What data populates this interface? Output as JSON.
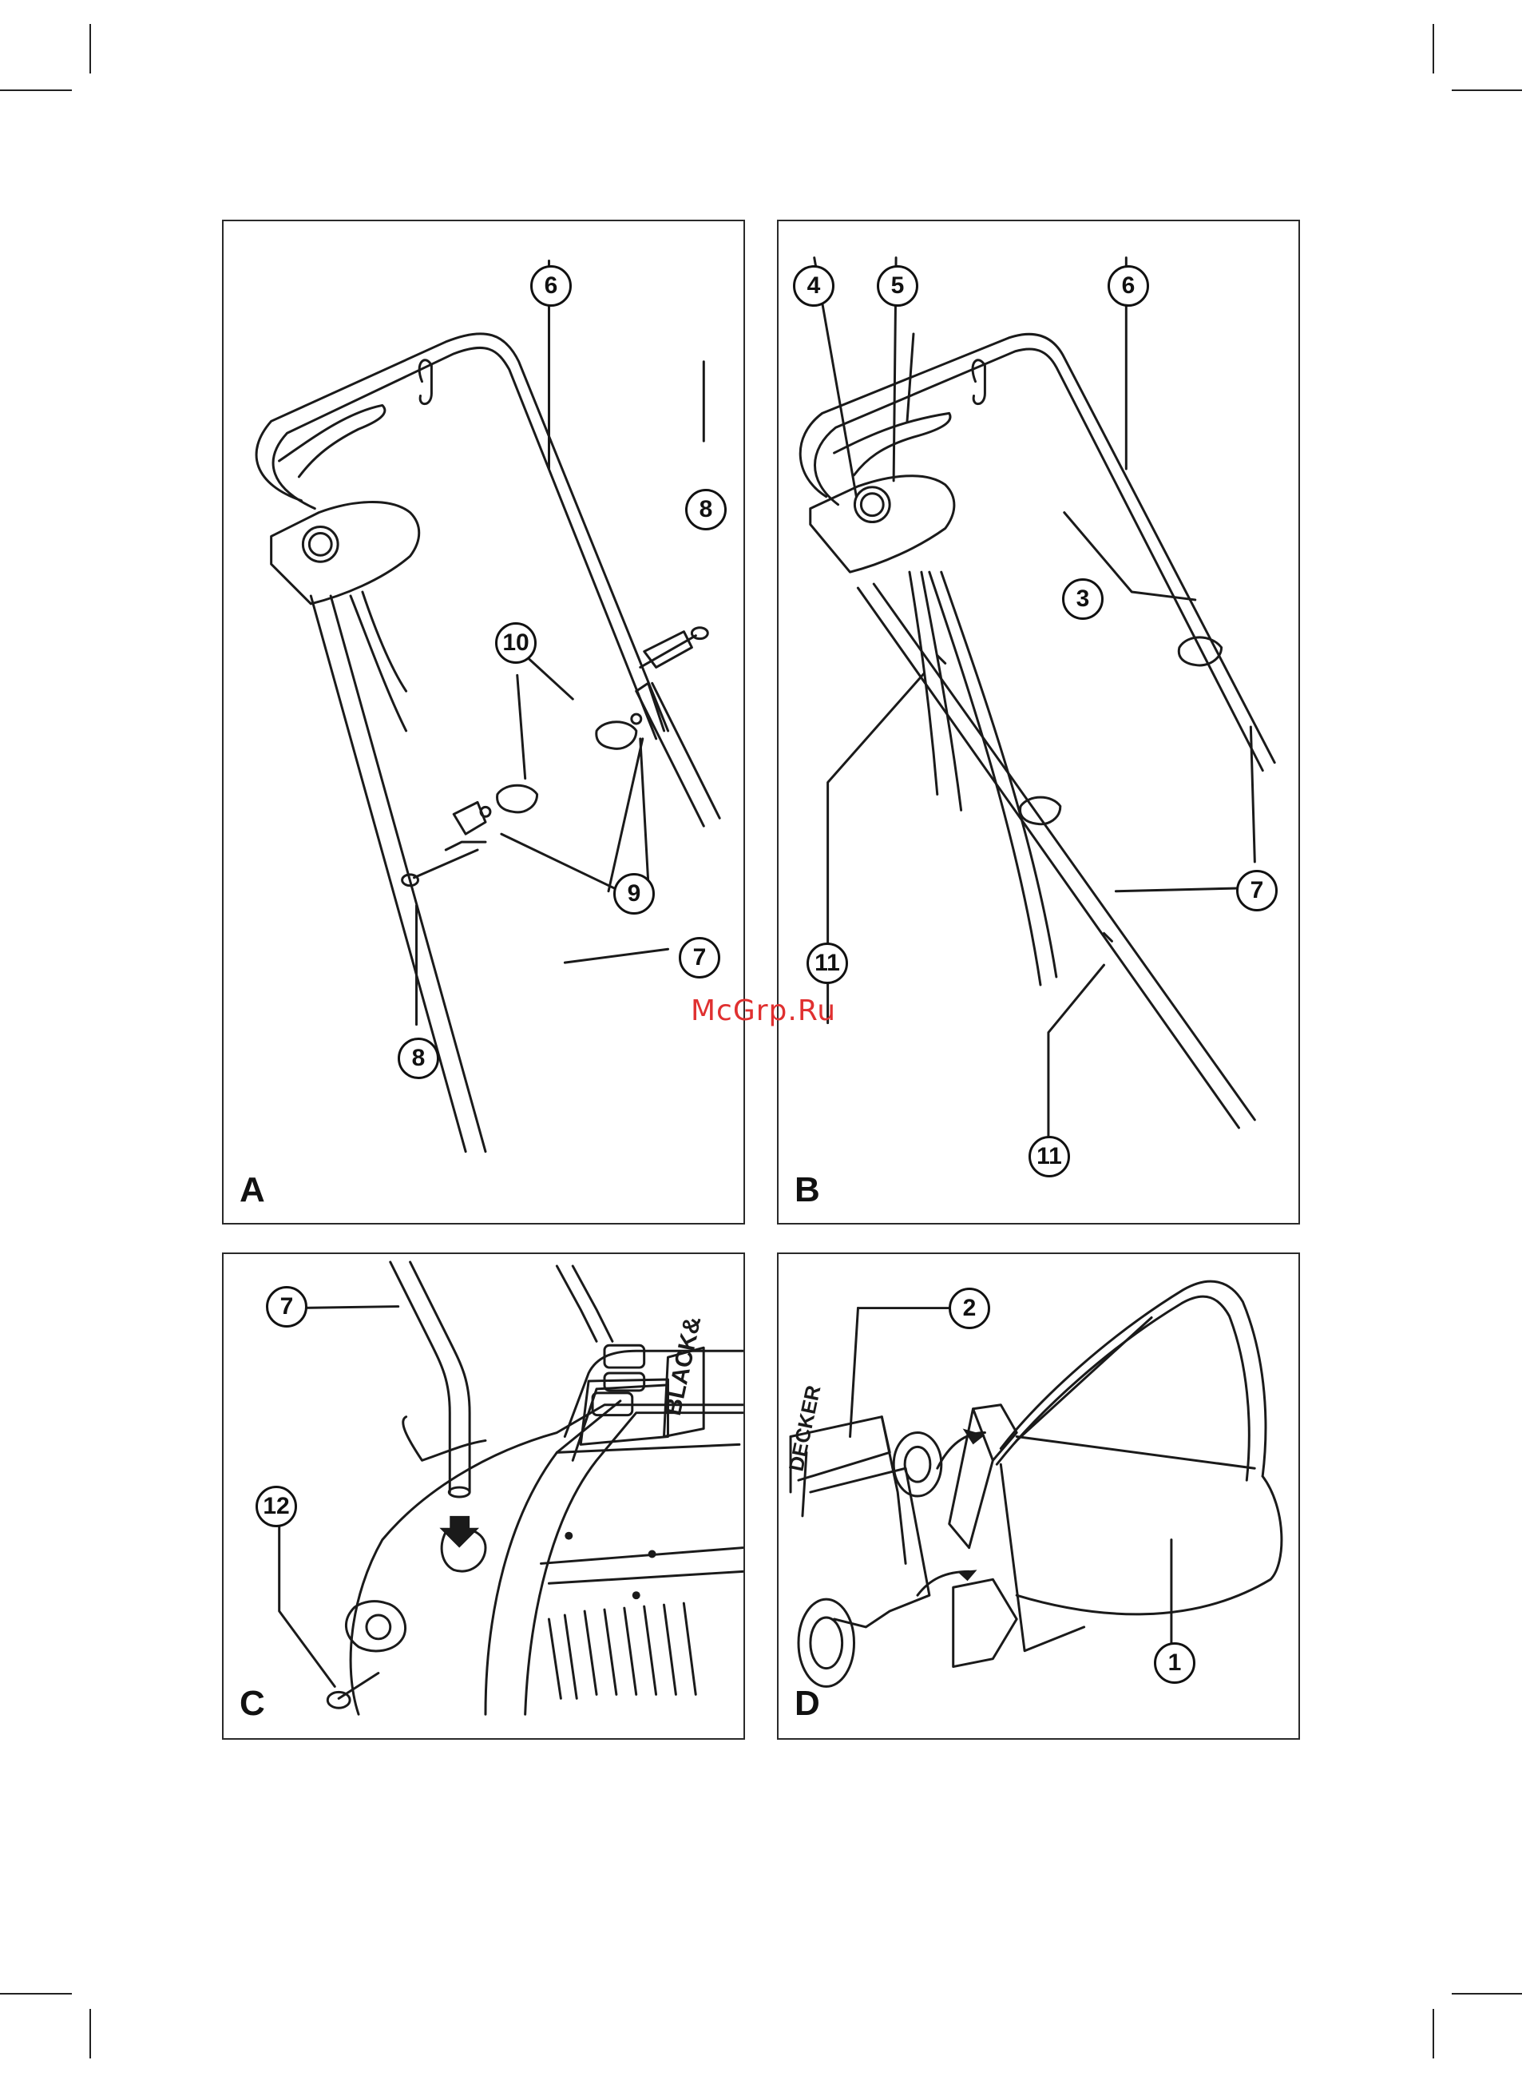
{
  "watermark": "McGrp.Ru",
  "colors": {
    "line": "#1a1a1a",
    "watermark": "#e03030",
    "border": "#2a2a2a"
  },
  "panels": [
    {
      "letter": "A",
      "callouts": [
        "6",
        "8",
        "10",
        "9",
        "7",
        "8"
      ]
    },
    {
      "letter": "B",
      "callouts": [
        "4",
        "5",
        "6",
        "3",
        "11",
        "7",
        "11"
      ]
    },
    {
      "letter": "C",
      "callouts": [
        "7",
        "12"
      ],
      "brand_text": "BLACK&"
    },
    {
      "letter": "D",
      "callouts": [
        "2",
        "1"
      ],
      "brand_text": "DECKER"
    }
  ]
}
